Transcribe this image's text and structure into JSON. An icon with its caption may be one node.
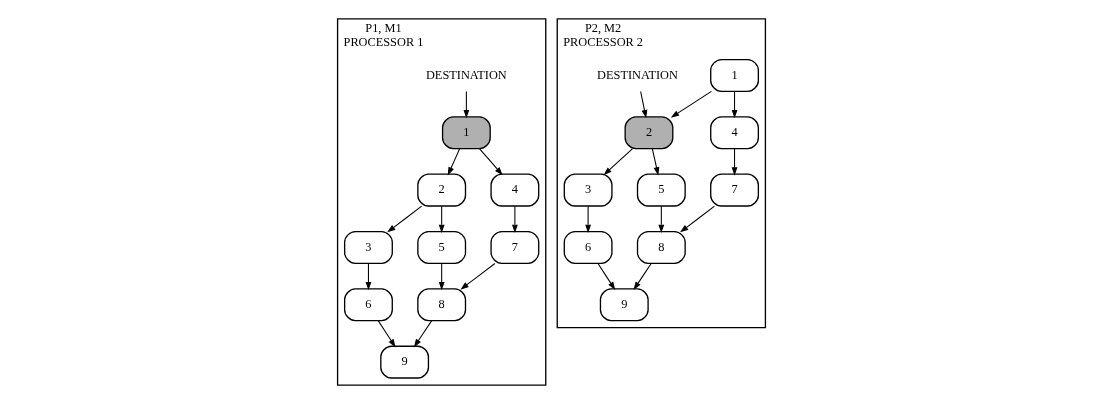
{
  "diagram": {
    "nodes": [
      {
        "text": [
          "P1, M1",
          "PROCESSOR 1"
        ]
      },
      {
        "text": [
          "1"
        ],
        "in": 0
      },
      {
        "text": [
          "2"
        ],
        "in": 0
      },
      {
        "text": [
          "3"
        ],
        "in": 0
      },
      {
        "text": [
          "4"
        ],
        "in": 0
      },
      {
        "text": [
          "5"
        ],
        "in": 0
      },
      {
        "text": [
          "6"
        ],
        "in": 0
      },
      {
        "text": [
          "7"
        ],
        "in": 0
      },
      {
        "text": [
          "8"
        ],
        "in": 0
      },
      {
        "text": [
          "9"
        ],
        "in": 0
      },
      {
        "text": [
          "DESTINATION"
        ],
        "in": 0
      },
      {
        "text": [
          "P2, M2",
          "PROCESSOR 2"
        ]
      },
      {
        "text": [
          "1"
        ],
        "in": 11
      },
      {
        "text": [
          "2"
        ],
        "in": 11
      },
      {
        "text": [
          "3"
        ],
        "in": 11
      },
      {
        "text": [
          "4"
        ],
        "in": 11
      },
      {
        "text": [
          "5"
        ],
        "in": 11
      },
      {
        "text": [
          "6"
        ],
        "in": 11
      },
      {
        "text": [
          "7"
        ],
        "in": 11
      },
      {
        "text": [
          "8"
        ],
        "in": 11
      },
      {
        "text": [
          "9"
        ],
        "in": 11
      },
      {
        "text": [
          "DESTINATION"
        ],
        "in": 11
      }
    ],
    "edges": [
      {
        "from": 1,
        "to": 2,
        "arrow": "to"
      },
      {
        "from": 1,
        "to": 4,
        "arrow": "to"
      },
      {
        "from": 2,
        "to": 3,
        "arrow": "to"
      },
      {
        "from": 2,
        "to": 5,
        "arrow": "to"
      },
      {
        "from": 3,
        "to": 6,
        "arrow": "to"
      },
      {
        "from": 4,
        "to": 7,
        "arrow": "to"
      },
      {
        "from": 5,
        "to": 8,
        "arrow": "to"
      },
      {
        "from": 6,
        "to": 9,
        "arrow": "to"
      },
      {
        "from": 7,
        "to": 8,
        "arrow": "to"
      },
      {
        "from": 8,
        "to": 9,
        "arrow": "to"
      },
      {
        "from": 10,
        "to": 1,
        "arrow": "to"
      },
      {
        "from": 12,
        "to": 13,
        "arrow": "to"
      },
      {
        "from": 12,
        "to": 15,
        "arrow": "to"
      },
      {
        "from": 13,
        "to": 14,
        "arrow": "to"
      },
      {
        "from": 13,
        "to": 16,
        "arrow": "to"
      },
      {
        "from": 14,
        "to": 17,
        "arrow": "to"
      },
      {
        "from": 15,
        "to": 18,
        "arrow": "to"
      },
      {
        "from": 16,
        "to": 19,
        "arrow": "to"
      },
      {
        "from": 17,
        "to": 20,
        "arrow": "to"
      },
      {
        "from": 18,
        "to": 19,
        "arrow": "to"
      },
      {
        "from": 19,
        "to": 20,
        "arrow": "to"
      },
      {
        "from": 21,
        "to": 13,
        "arrow": "to"
      }
    ]
  }
}
